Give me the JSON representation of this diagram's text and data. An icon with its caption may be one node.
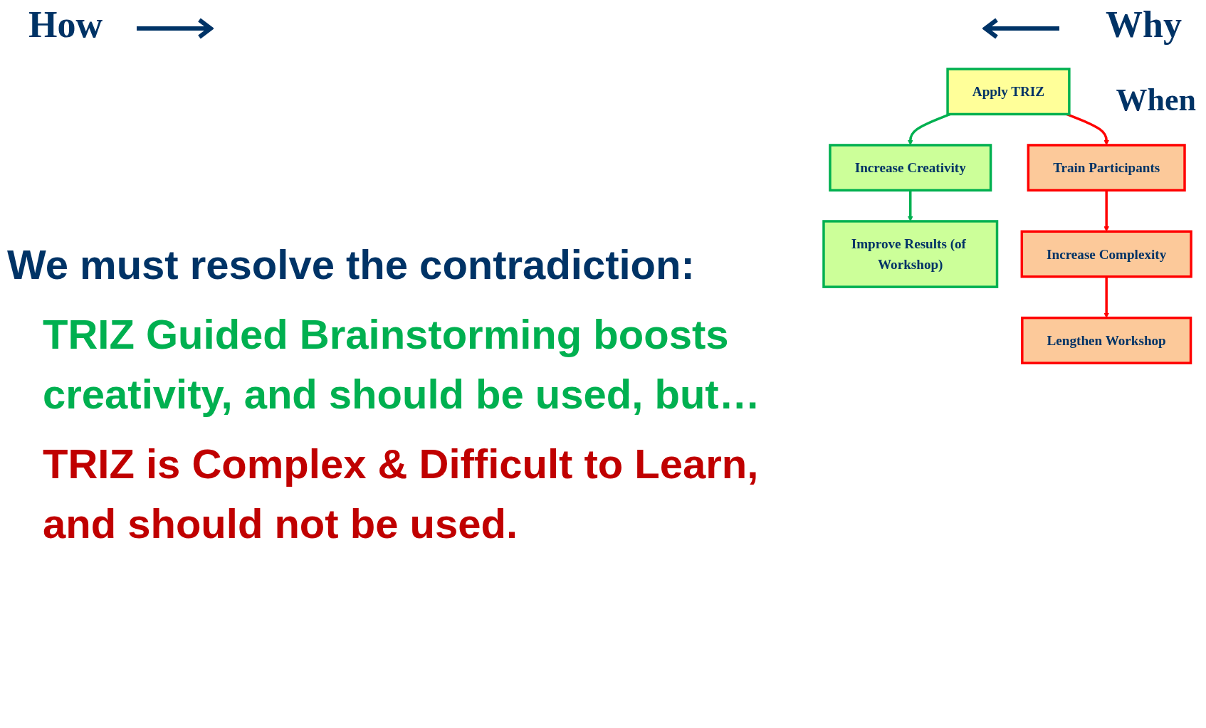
{
  "diagram": {
    "nodes": [
      {
        "text": [
          "Improve Results (of Workshop)"
        ]
      },
      {
        "text": [
          "Increase Creativity"
        ]
      },
      {
        "text": [
          "Apply TRIZ"
        ]
      },
      {
        "text": [
          "Train Participants"
        ]
      },
      {
        "text": [
          "Increase Complexity"
        ]
      },
      {
        "text": [
          "Lengthen Workshop"
        ]
      }
    ],
    "edges": [
      {
        "from": 1,
        "to": 0,
        "arrow": "to",
        "color": "#00b050"
      },
      {
        "from": 2,
        "to": 1,
        "arrow": "to",
        "color": "#00b050"
      },
      {
        "from": 2,
        "to": 3,
        "arrow": "to"
      },
      {
        "from": 3,
        "to": 4,
        "arrow": "to"
      },
      {
        "from": 4,
        "to": 5,
        "arrow": "to"
      }
    ],
    "labels": [
      "How",
      "Why",
      "When",
      "We must resolve the contradiction:",
      "TRIZ Guided Brainstorming boosts creativity, and should be used, but…",
      "TRIZ is Complex & Difficult to Learn, and should not be used."
    ]
  }
}
